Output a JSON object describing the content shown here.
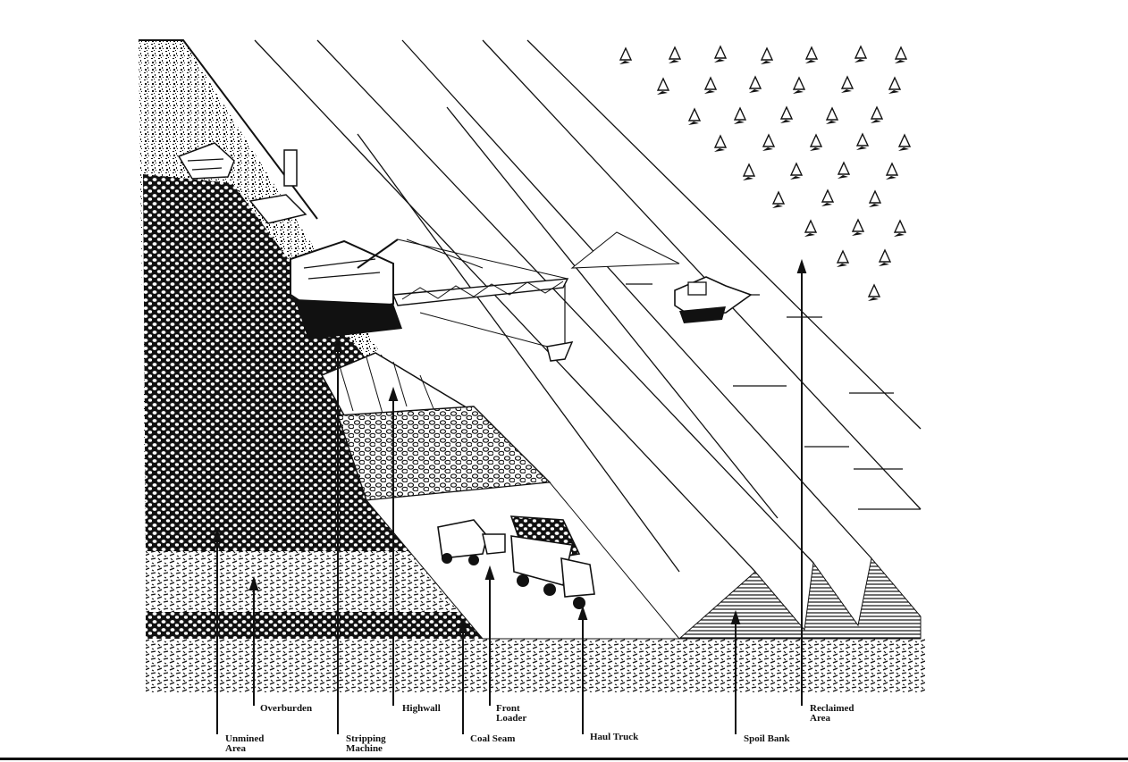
{
  "labels": {
    "overburden": "Overburden",
    "unmined_area": [
      "Unmined",
      "Area"
    ],
    "stripping_machine": [
      "Stripping",
      "Machine"
    ],
    "highwall": "Highwall",
    "front_loader": [
      "Front",
      "Loader"
    ],
    "coal_seam": "Coal Seam",
    "haul_truck": "Haul Truck",
    "spoil_bank": "Spoil Bank",
    "reclaimed_area": [
      "Reclaimed",
      "Area"
    ]
  },
  "colors": {
    "ink": "#111111",
    "paper": "#ffffff"
  },
  "icons": [
    "tree-icon",
    "dragline-icon",
    "bulldozer-icon",
    "haul-truck-icon",
    "front-loader-icon"
  ]
}
